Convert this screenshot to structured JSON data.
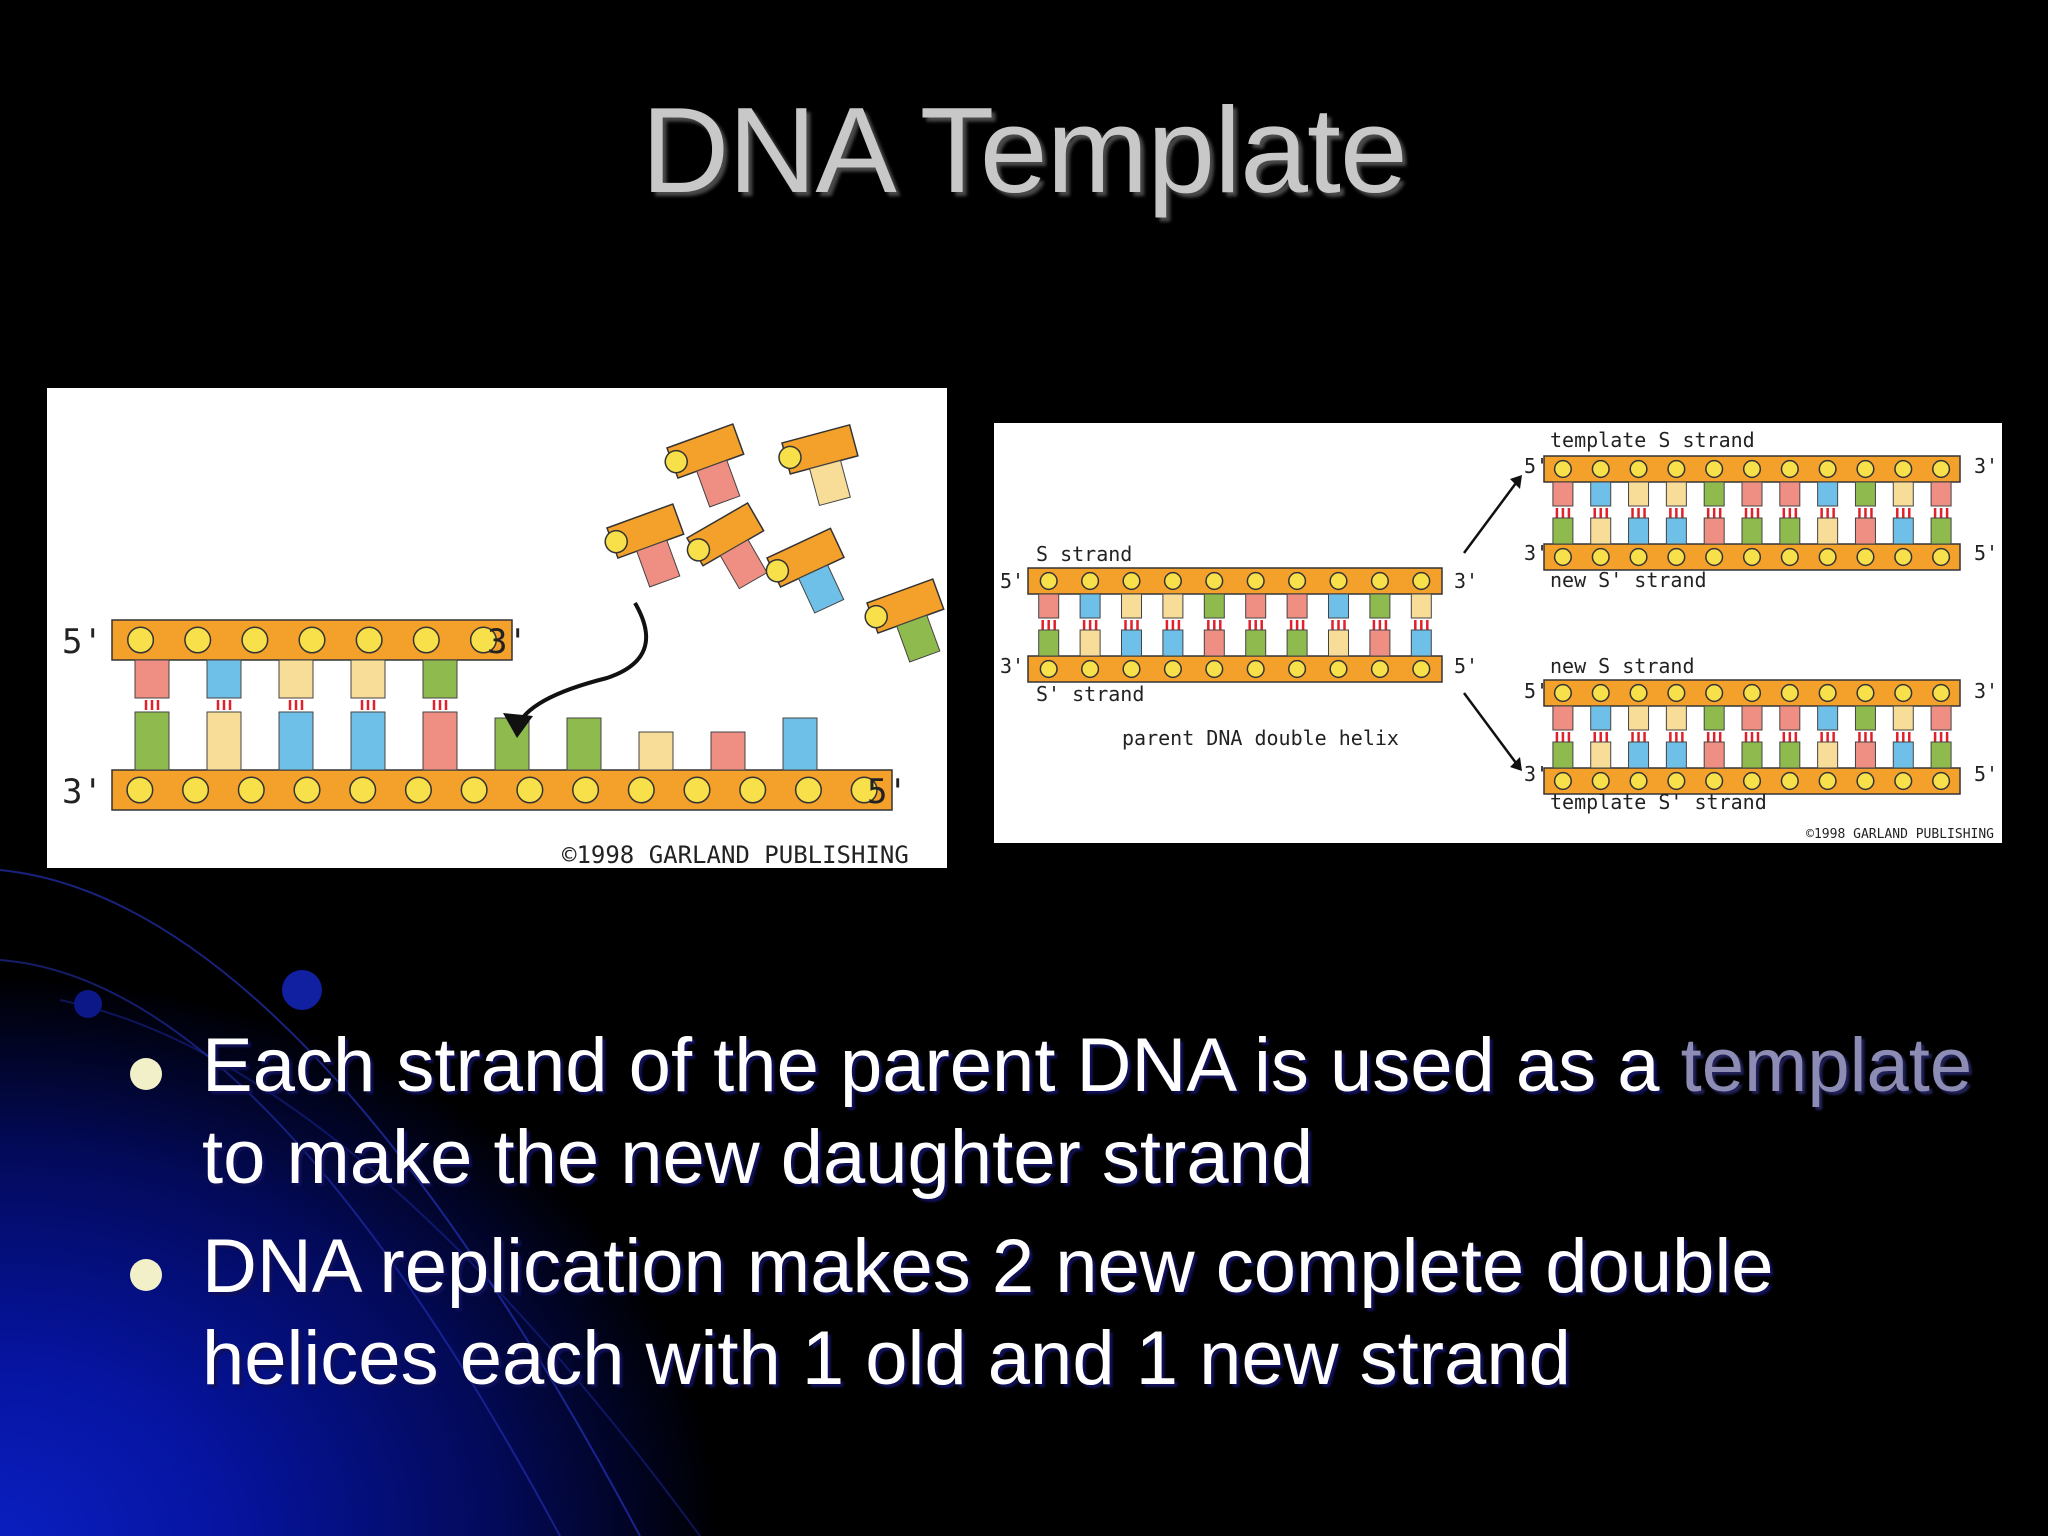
{
  "slide": {
    "title": "DNA Template",
    "bullets": [
      {
        "before": "Each strand of the parent DNA is used as a ",
        "highlight": "template",
        "after": " to make the new daughter strand"
      },
      {
        "text": "DNA replication makes 2 new complete double helices each with 1 old and 1 new strand"
      }
    ]
  },
  "left_figure": {
    "top_5": "5'",
    "top_3": "3'",
    "bottom_3": "3'",
    "bottom_5": "5'",
    "copyright": "©1998 GARLAND PUBLISHING"
  },
  "right_figure": {
    "s_strand": "S strand",
    "s_prime_strand": "S' strand",
    "parent_caption": "parent DNA double helix",
    "template_s_strand": "template S strand",
    "new_s_prime_strand": "new S' strand",
    "new_s_strand": "new S strand",
    "template_s_prime_strand": "template S' strand",
    "end_5": "5'",
    "end_3": "3'",
    "copyright": "©1998 GARLAND PUBLISHING"
  },
  "colors": {
    "title": "#c8c8c8",
    "text": "#ffffff",
    "highlight_word": "#8c8cb4",
    "backbone": "#f4a12c",
    "phosphate": "#f7e04a",
    "base_green": "#8fba4e",
    "base_blue": "#6fc0e8",
    "base_pink": "#ef8e82",
    "base_cream": "#f8dd98",
    "hbond": "#e0202a"
  }
}
